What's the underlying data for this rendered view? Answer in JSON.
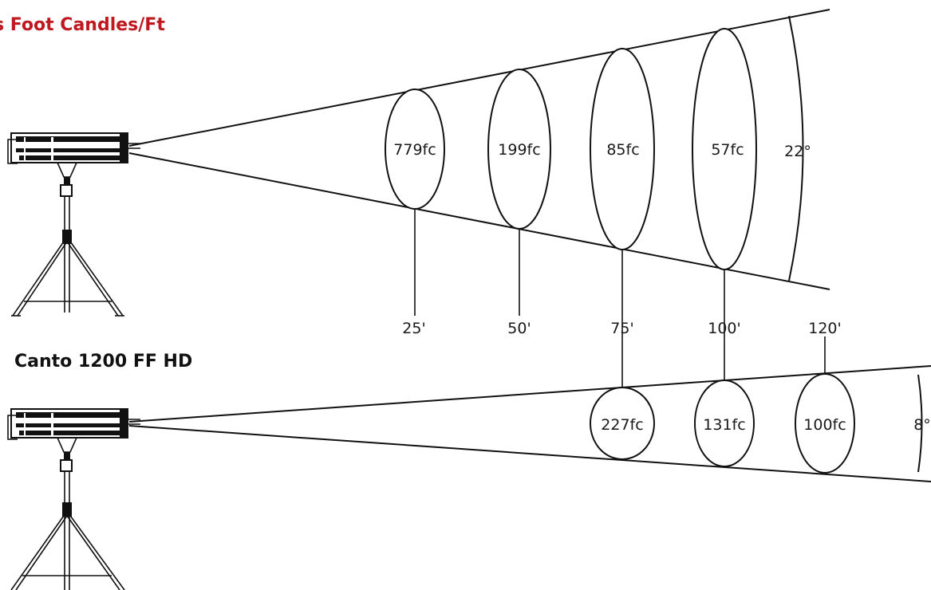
{
  "header": {
    "title_red": "s Foot Candles/Ft",
    "title_red_color": "#c0181f",
    "model_label": "Canto 1200 FF HD"
  },
  "top_beam": {
    "angle_label": "22°",
    "readings": [
      "779fc",
      "199fc",
      "85fc",
      "57fc"
    ]
  },
  "bottom_beam": {
    "angle_label": "8°",
    "readings": [
      "227fc",
      "131fc",
      "100fc"
    ]
  },
  "distances": [
    "25'",
    "50'",
    "75'",
    "100'",
    "120'"
  ],
  "icons": {
    "fixture": "followspot-on-tripod-icon"
  }
}
